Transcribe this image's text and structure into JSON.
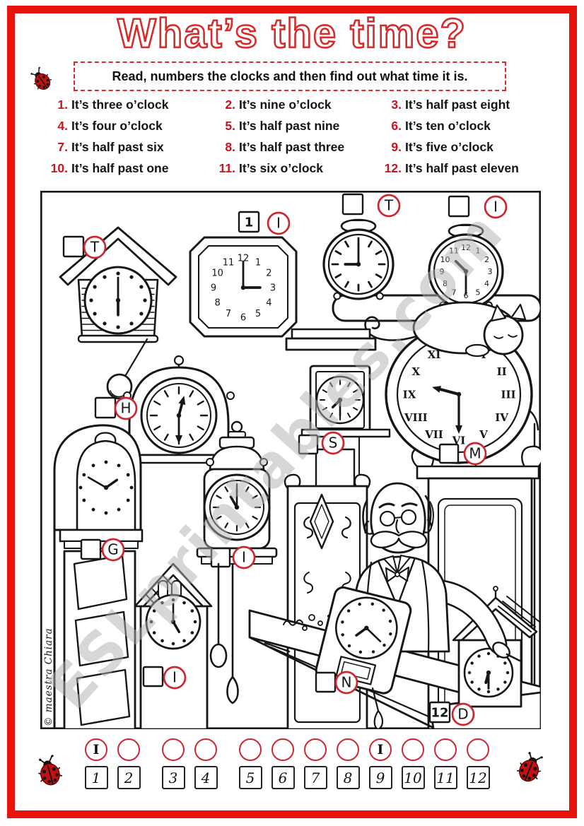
{
  "page": {
    "title": "What’s the time?",
    "instruction": "Read, numbers the clocks and then find out what time it is.",
    "copyright": "© maestra Chiara",
    "watermark": "ESLprintables.com"
  },
  "times_list": [
    {
      "num": "1.",
      "text": "It’s three o’clock"
    },
    {
      "num": "2.",
      "text": "It’s nine o’clock"
    },
    {
      "num": "3.",
      "text": "It’s half past eight"
    },
    {
      "num": "4.",
      "text": "It’s four o’clock"
    },
    {
      "num": "5.",
      "text": "It’s half past nine"
    },
    {
      "num": "6.",
      "text": "It’s ten o’clock"
    },
    {
      "num": "7.",
      "text": "It’s half past six"
    },
    {
      "num": "8.",
      "text": "It’s half past three"
    },
    {
      "num": "9.",
      "text": "It’s five o’clock"
    },
    {
      "num": "10.",
      "text": "It’s half past one"
    },
    {
      "num": "11.",
      "text": "It’s six o’clock"
    },
    {
      "num": "12.",
      "text": "It’s half past eleven"
    }
  ],
  "scene": {
    "clocks": [
      {
        "name": "cuckoo-clock",
        "letter": "T",
        "box_number": "",
        "time": "6:00"
      },
      {
        "name": "square-wall-clock",
        "letter": "I",
        "box_number": "1",
        "time": "3:00"
      },
      {
        "name": "alarm-clock-left",
        "letter": "T",
        "box_number": "",
        "time": "9:00"
      },
      {
        "name": "alarm-clock-right",
        "letter": "I",
        "box_number": "",
        "time": "10:30"
      },
      {
        "name": "grandfather-roman-clock",
        "letter": "M",
        "box_number": "",
        "time": "9:30"
      },
      {
        "name": "mantel-clock",
        "letter": "H",
        "box_number": "",
        "time": "12:30"
      },
      {
        "name": "grandfather-arch-clock",
        "letter": "G",
        "box_number": "",
        "time": "1:50"
      },
      {
        "name": "tower-clock",
        "letter": "S",
        "box_number": "",
        "time": "7:30"
      },
      {
        "name": "bracket-clock",
        "letter": "I",
        "box_number": "",
        "time": "11:00"
      },
      {
        "name": "house-clock",
        "letter": "I",
        "box_number": "",
        "time": "5:00"
      },
      {
        "name": "workbench-clock",
        "letter": "N",
        "box_number": "",
        "time": "7:20"
      },
      {
        "name": "shelf-house-clock",
        "letter": "D",
        "box_number": "12",
        "time": "6:30"
      }
    ]
  },
  "answer_row": {
    "circles": [
      "I",
      "",
      "",
      "",
      "",
      "",
      "",
      "",
      "I",
      "",
      "",
      ""
    ],
    "numbers": [
      "1",
      "2",
      "3",
      "4",
      "5",
      "6",
      "7",
      "8",
      "9",
      "10",
      "11",
      "12"
    ]
  },
  "colors": {
    "frame_red": "#e8130d",
    "title_red": "#d62b2b",
    "list_number_red": "#c81420",
    "circle_red": "#cc2630",
    "ink_black": "#161616",
    "watermark_gray": "#b0b0b0"
  }
}
